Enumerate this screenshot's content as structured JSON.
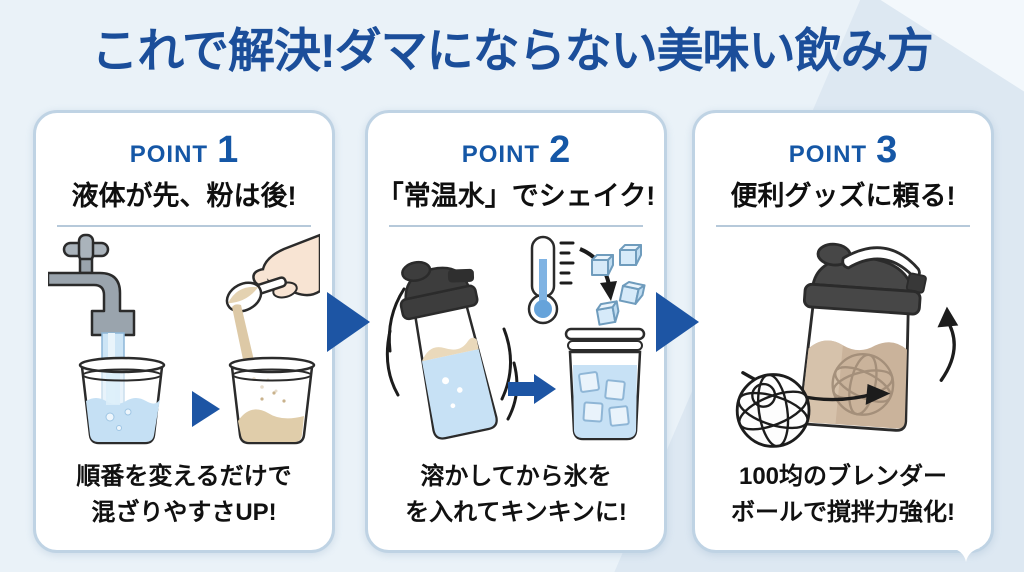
{
  "title": "これで解決!ダマにならない美味い飲み方",
  "colors": {
    "accent_blue": "#1d55a4",
    "title_blue": "#1b4e9a",
    "point_blue": "#1557a6",
    "card_border": "#bfd3e4",
    "background": "#eaf2f8",
    "water_blue": "#c7e1f5",
    "powder_tan": "#e0cdaa",
    "shake_brown": "#cab39b"
  },
  "panels": [
    {
      "point_label": "POINT",
      "point_number": "1",
      "heading": "液体が先、粉は後!",
      "caption_line1": "順番を変えるだけで",
      "caption_line2": "混ざりやすさUP!"
    },
    {
      "point_label": "POINT",
      "point_number": "2",
      "heading": "「常温水」でシェイク!",
      "caption_line1": "溶かしてから氷を",
      "caption_line2": "を入れてキンキンに!"
    },
    {
      "point_label": "POINT",
      "point_number": "3",
      "heading": "便利グッズに頼る!",
      "caption_line1": "100均のブレンダー",
      "caption_line2": "ボールで撹拌力強化!"
    }
  ]
}
